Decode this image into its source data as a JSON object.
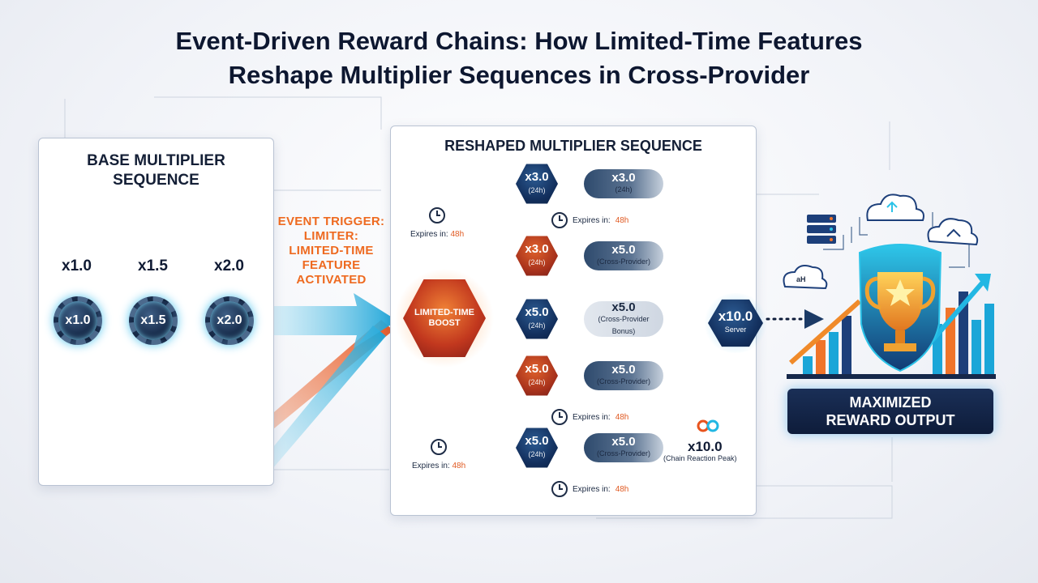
{
  "title": {
    "line1": "Event-Driven Reward Chains: How Limited-Time Features",
    "line2": "Reshape Multiplier Sequences in Cross-Provider"
  },
  "base_panel": {
    "title_line1": "BASE MULTIPLIER",
    "title_line2": "SEQUENCE",
    "sequence_labels": [
      "x1.0",
      "x1.5",
      "x2.0"
    ],
    "gears": [
      "x1.0",
      "x1.5",
      "x2.0"
    ]
  },
  "event_trigger": {
    "lines": [
      "EVENT TRIGGER:",
      "LIMITER:",
      "LIMITED-TIME",
      "FEATURE",
      "ACTIVATED"
    ]
  },
  "reshaped_panel": {
    "title": "RESHAPED MULTIPLIER SEQUENCE",
    "boost_line1": "LIMITED-TIME",
    "boost_line2": "BOOST",
    "rows": [
      {
        "hex_value": "x3.0",
        "hex_sub": "(24h)",
        "hex_color": "blue",
        "pill_value": "x3.0",
        "pill_sub": "(24h)"
      },
      {
        "hex_value": "x3.0",
        "hex_sub": "(24h)",
        "hex_color": "orange",
        "pill_value": "x5.0",
        "pill_sub": "(Cross-Provider)"
      },
      {
        "hex_value": "x5.0",
        "hex_sub": "(24h)",
        "hex_color": "blue",
        "pill_value": "x5.0",
        "pill_sub": "(Cross-Provider Bonus)"
      },
      {
        "hex_value": "x5.0",
        "hex_sub": "(24h)",
        "hex_color": "orange",
        "pill_value": "x5.0",
        "pill_sub": "(Cross-Provider)"
      },
      {
        "hex_value": "x5.0",
        "hex_sub": "(24h)",
        "hex_color": "blue",
        "pill_value": "x5.0",
        "pill_sub": "(Cross-Provider)"
      }
    ],
    "expires_label": "Expires in:",
    "expires_value": "48h",
    "server_value": "x10.0",
    "server_sub": "Server",
    "peak_value": "x10.0",
    "peak_sub": "(Chain Reaction Peak)"
  },
  "reward": {
    "line1": "MAXIMIZED",
    "line2": "REWARD OUTPUT",
    "cloud_label": "aH"
  },
  "colors": {
    "accent_cyan": "#2cc3e8",
    "accent_orange": "#ee6a20",
    "navy": "#0e1c3a"
  }
}
